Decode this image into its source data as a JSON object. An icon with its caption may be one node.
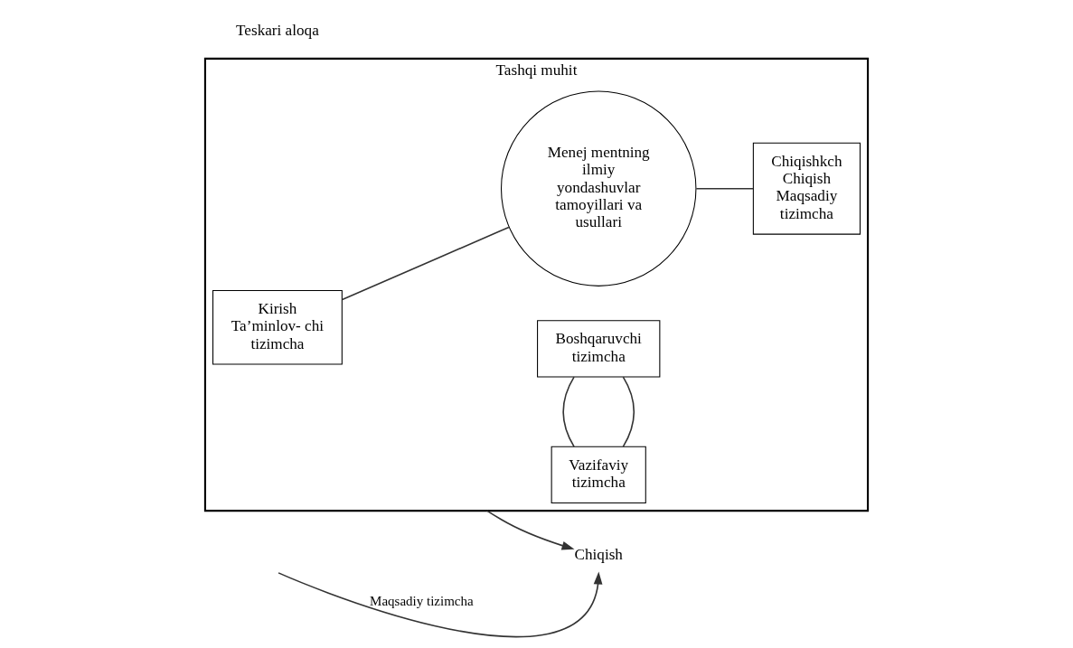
{
  "diagram": {
    "nodes": [
      {
        "text": [
          "Tashqi muhit"
        ]
      },
      {
        "text": [
          "Kirish",
          "Ta’minlov- chi tizimcha"
        ],
        "in": 0
      },
      {
        "text": [
          "Boshqaruvchi tizimcha"
        ],
        "in": 0
      },
      {
        "text": [
          "Menej mentning ilmiy yondashuvlar tamoyillari va usullari"
        ],
        "in": 0
      },
      {
        "text": [
          "Vazifaviy tizimcha"
        ],
        "in": 0
      },
      {
        "text": [
          "Chiqishkch Chiqish",
          "Maqsadiy tizimcha"
        ],
        "in": 0
      },
      {
        "text": [
          "Chiqish"
        ]
      }
    ],
    "edges": [
      {
        "from": 1,
        "to": 3,
        "arrow": "none"
      },
      {
        "from": 3,
        "to": 5,
        "arrow": "none"
      },
      {
        "from": 2,
        "to": 4,
        "arrow": "none"
      },
      {
        "from": 2,
        "to": 4,
        "arrow": "none"
      },
      {
        "from": 0,
        "to": 6,
        "arrow": "to"
      },
      {
        "from": null,
        "to": 6,
        "arrow": "to",
        "label": "Maqsadiy tizimcha"
      }
    ],
    "labels": [
      "Teskari aloqa"
    ]
  }
}
